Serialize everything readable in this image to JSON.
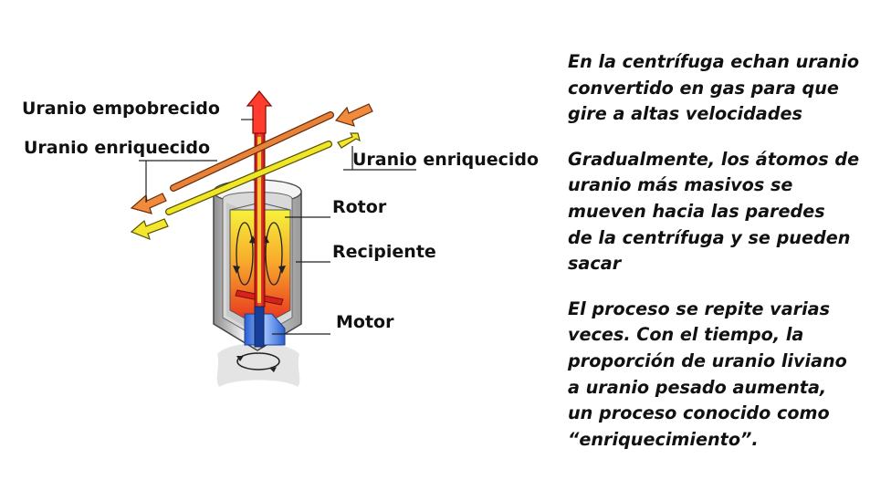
{
  "diagram": {
    "labels": {
      "depleted": "Uranio empobrecido",
      "enriched_left": "Uranio enriquecido",
      "enriched_right": "Uranio enriquecido",
      "rotor": "Rotor",
      "container": "Recipiente",
      "motor": "Motor"
    }
  },
  "text": {
    "paragraphs": [
      "En la centrífuga echan uranio\nconvertido en gas para que\ngire a altas velocidades",
      "Gradualmente, los átomos de\nuranio más masivos se\nmueven hacia las paredes\nde la centrífuga y se pueden\nsacar",
      "El proceso se repite varias\nveces. Con el tiempo, la\nproporción de uranio liviano\na uranio pesado aumenta,\nun proceso conocido como\n“enriquecimiento”."
    ]
  }
}
